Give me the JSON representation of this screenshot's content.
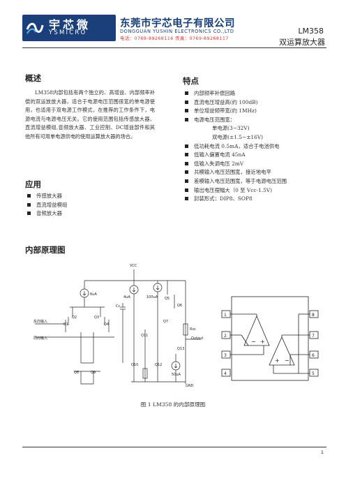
{
  "header": {
    "logo_cn": "宇芯微",
    "logo_en": "YSMICRO",
    "company_cn": "东莞市宇芯电子有限公司",
    "company_en": "DONGGUAN YUSHIN ELECTRONICS CO.,LTD",
    "contact": "电话：0769-89268116    传真：0769-89268117",
    "chip_id": "LM358",
    "chip_name": "双运算放大器"
  },
  "overview": {
    "title": "概述",
    "body": "LM358内部包括有两个独立的、高增益、内部频率补偿的双运放放大器，适合于电源电压范围很宽的单电源使用，也适用于双电源工作模式，在推荐的工作条件下，电源电流与电源电压无关。它的使用范围包括传感放大器、直流增益模组,音频放大器、工业控制、DC增益部件和其他所有可用单电源供电的使用运算放大器的场合。"
  },
  "application": {
    "title": "应用",
    "items": [
      "传感放大器",
      "直流增益模组",
      "音频放大器"
    ]
  },
  "features": {
    "title": "特点",
    "items": [
      {
        "text": "内部频率补偿回路",
        "sub": false
      },
      {
        "text": "直流电压增益高(约 100dB)",
        "sub": false
      },
      {
        "text": "单位增益频带宽(约 1MHz)",
        "sub": false
      },
      {
        "text": "电源电压范围宽：",
        "sub": false
      },
      {
        "text": "单电源(3~32V)",
        "sub": true
      },
      {
        "text": "双电源(±1.5~±16V)",
        "sub": true
      },
      {
        "text": "低功耗电流 0.5mA，适合于电池供电",
        "sub": false
      },
      {
        "text": "低输入偏置电流 45nA",
        "sub": false
      },
      {
        "text": "低输入失调电压 2mV",
        "sub": false
      },
      {
        "text": "共模输入电压范围宽，接近地电平",
        "sub": false
      },
      {
        "text": "差模输入电压范围宽，等于电源电压范围",
        "sub": false
      },
      {
        "text": "输出电压摆幅大（0 至 Vcc-1.5V)",
        "sub": false
      },
      {
        "text": "封装形式：DIP8、SOP8",
        "sub": false
      }
    ]
  },
  "diagram": {
    "title": "内部原理图",
    "labels": {
      "vcc": "VCC",
      "gnd": "GND",
      "inv_in": "反向输入",
      "noninv_in": "同向输入",
      "output": "Output",
      "i6ua": "6uA",
      "i4ua": "4uA",
      "i100ua": "100uA",
      "i50ua": "50uA",
      "cc": "Cc",
      "rsc": "Rsc",
      "q1": "Q1",
      "q2": "Q2",
      "q3": "Q3",
      "q4": "Q4",
      "q5": "Q5",
      "q6": "Q6",
      "q7": "Q7",
      "q8": "Q8",
      "q9": "Q9",
      "q10": "Q10",
      "q11": "Q11",
      "q12": "Q12",
      "q13": "Q13"
    },
    "pins_left": [
      "1",
      "2",
      "3",
      "4"
    ],
    "pins_right": [
      "8",
      "7",
      "6",
      "5"
    ],
    "caption": "图 1    LM358 的内部原理图"
  },
  "page_number": "1"
}
